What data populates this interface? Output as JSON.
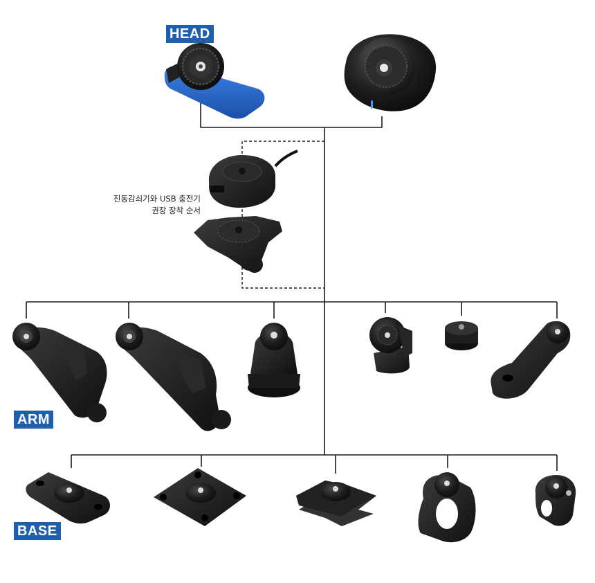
{
  "sections": {
    "head": "HEAD",
    "arm": "ARM",
    "base": "BASE"
  },
  "note": {
    "line1": "진동감쇠기와 USB 충전기",
    "line2": "권장 장착 순서"
  },
  "colors": {
    "tag_blue": "#1f5fae",
    "head_blue_mount": "#2f6fd0",
    "product_black": "#1b1b1b",
    "line": "#1a1a1a",
    "led_blue": "#3aa0ff"
  },
  "products": {
    "head": [
      "blue-lever-mount",
      "vibration-dampened-head"
    ],
    "accessories": [
      "usb-charging-head",
      "vibration-dampener"
    ],
    "arm": [
      "long-arm",
      "long-arm-2",
      "ball-knuckle-riser",
      "swivel-knuckle",
      "short-riser",
      "offset-arm"
    ],
    "base": [
      "flat-dual-hole-base",
      "square-four-hole-base",
      "adhesive-cross-base",
      "handlebar-clamp-base",
      "small-bar-clamp-base"
    ]
  }
}
